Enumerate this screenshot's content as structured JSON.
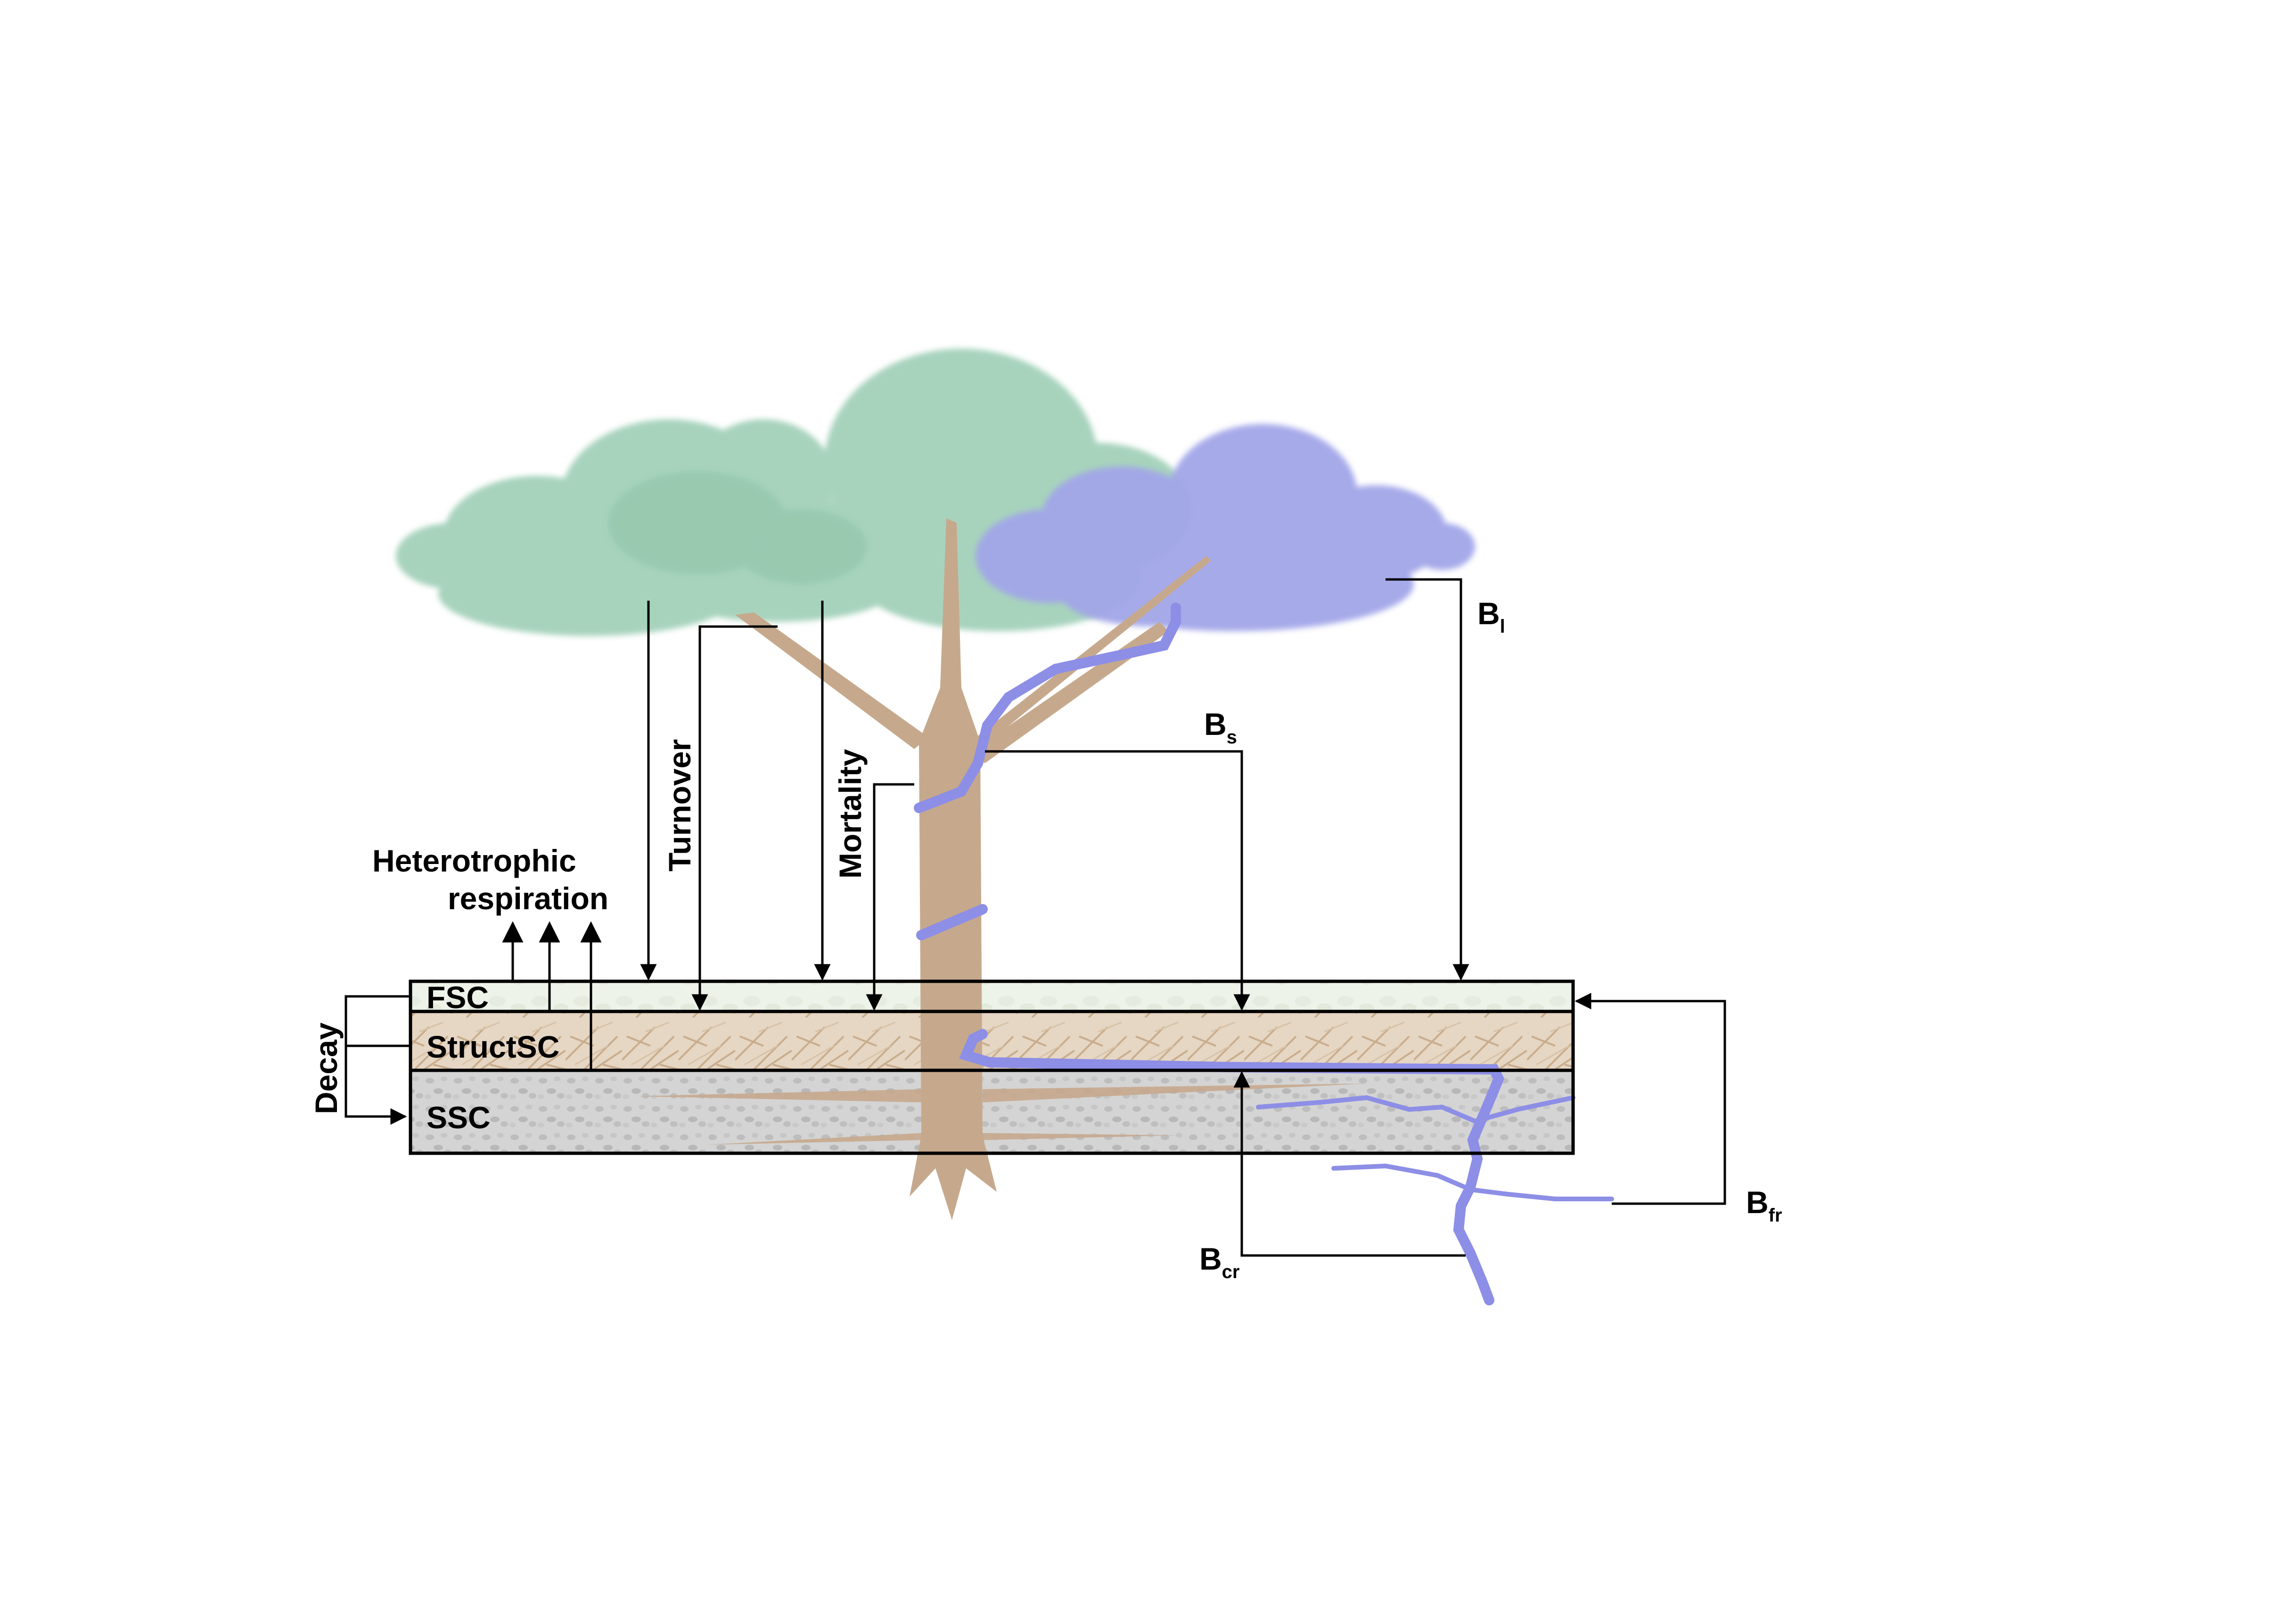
{
  "labels": {
    "heterotrophic": "Heterotrophic",
    "respiration": "respiration",
    "turnover": "Turnover",
    "mortality": "Mortality",
    "decay": "Decay",
    "fsc": "FSC",
    "structsc": "StructSC",
    "ssc": "SSC",
    "b_letter": "B",
    "sub_leaf": "l",
    "sub_stem": "s",
    "sub_coarse_root": "cr",
    "sub_fine_root": "fr"
  },
  "colors": {
    "canopy_green": "#a7d3bd",
    "canopy_green_dark": "#96c8ae",
    "canopy_purple": "#a2a6e8",
    "trunk": "#c6a98d",
    "biomass_line": "#8d8ee6",
    "fsc_layer": "#eef3ea",
    "structsc_layer": "#e6d6c4",
    "ssc_layer": "#d4d4d4"
  }
}
